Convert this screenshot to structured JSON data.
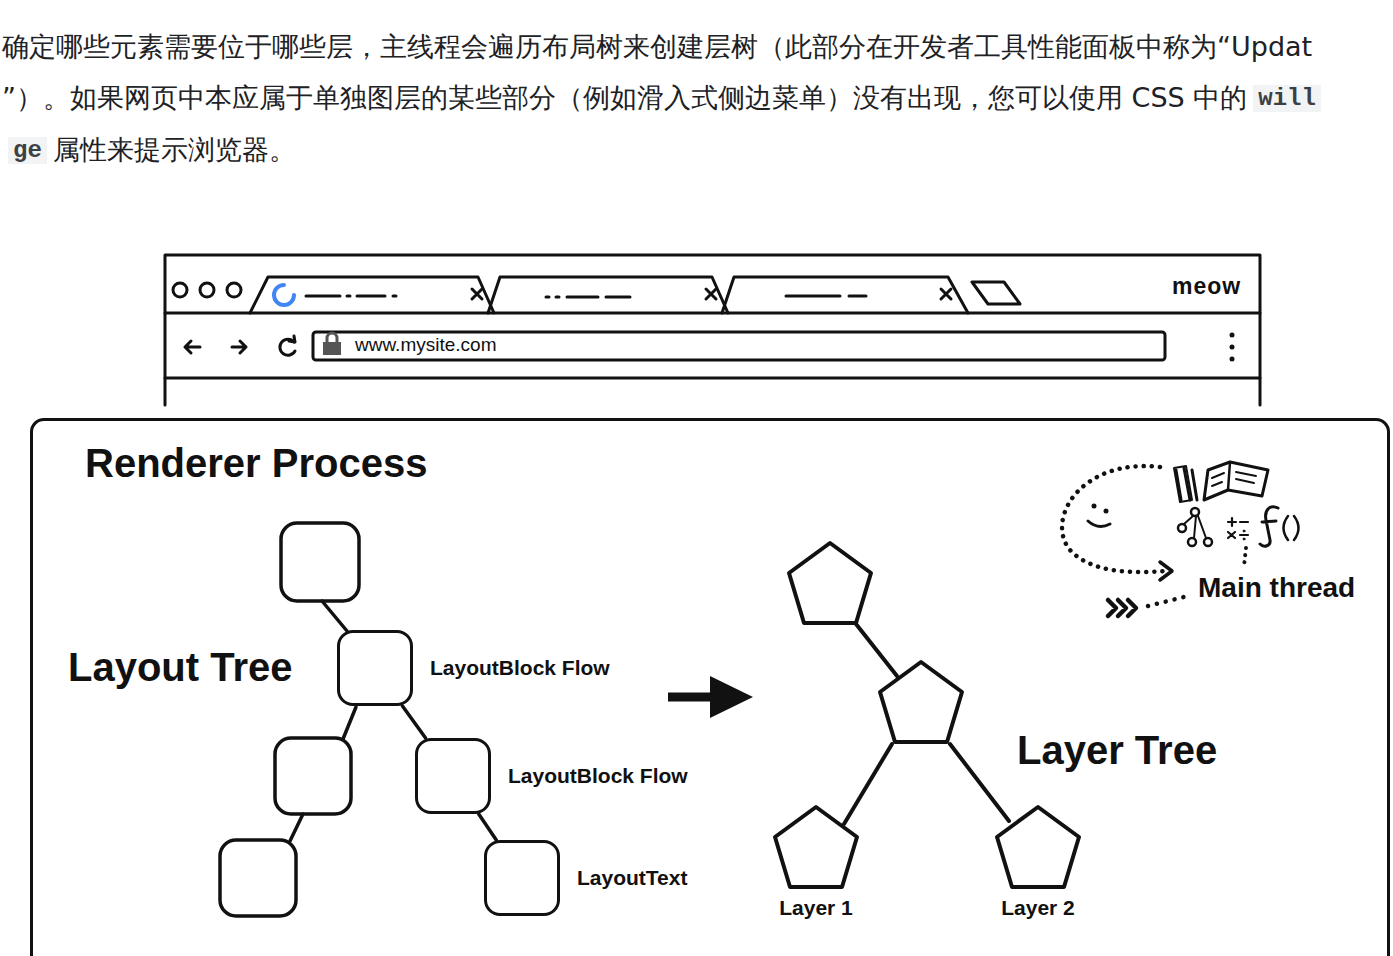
{
  "diagram": {
    "nodes": [
      {
        "text": [
          "Renderer Process"
        ]
      },
      {
        "text": [
          "LayoutBlock Flow"
        ],
        "in": 0
      },
      {
        "text": [
          "LayoutBlock Flow"
        ],
        "in": 0
      },
      {
        "text": [
          "LayoutText"
        ],
        "in": 0
      },
      {
        "text": [
          "Layer 1"
        ],
        "in": 0
      },
      {
        "text": [
          "Layer 2"
        ],
        "in": 0
      }
    ],
    "edges": [
      {
        "from": 1,
        "to": 2,
        "arrow": "none"
      },
      {
        "from": 2,
        "to": 3,
        "arrow": "none"
      }
    ],
    "labels": [
      "确定哪些元素需要位于哪些层，主线程会遍历布局树来创建层树（此部分在开发者工具性能面板中称为“Updat",
      "”）。如果网页中本应属于单独图层的某些部分（例如滑入式侧边菜单）没有出现，您可以使用 CSS 中的",
      "will",
      "ge",
      "属性来提示浏览器。",
      "meow",
      "www.mysite.com",
      "Layout Tree",
      "Layer Tree",
      "Main thread"
    ]
  }
}
